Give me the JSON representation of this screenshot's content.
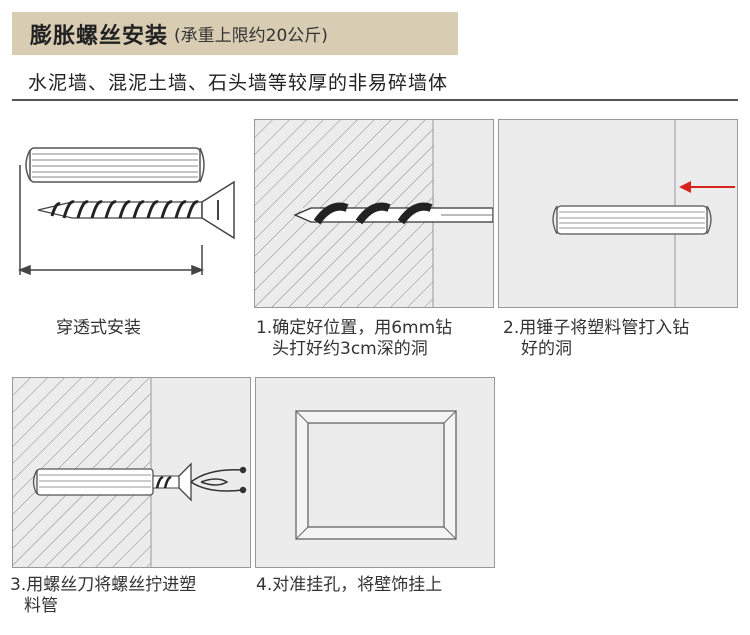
{
  "header": {
    "title": "膨胀螺丝安装",
    "note": "(承重上限约20公斤)",
    "background_color": "#d8cdb3"
  },
  "subtitle": "水泥墙、混泥土墙、石头墙等较厚的非易碎墙体",
  "figures": [
    {
      "caption_line1": "穿透式安装",
      "caption_line2": ""
    },
    {
      "caption_line1": "1.确定好位置，用6mm钻",
      "caption_line2": "头打好约3cm深的洞"
    },
    {
      "caption_line1": "2.用锤子将塑料管打入钻",
      "caption_line2": "好的洞"
    },
    {
      "caption_line1": "3.用螺丝刀将螺丝拧进塑",
      "caption_line2": "料管"
    },
    {
      "caption_line1": "4.对准挂孔，将壁饰挂上",
      "caption_line2": ""
    }
  ],
  "colors": {
    "arrow": "#d9231f",
    "panel_bg": "#ececec",
    "wall_hatch": "#888888"
  }
}
